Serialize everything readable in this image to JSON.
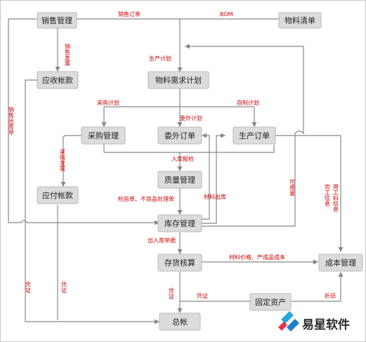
{
  "nodes": {
    "sales": "销售管理",
    "bom_list": "物料清单",
    "receivable": "应收帐款",
    "mrp": "物料需求计划",
    "purchase": "采购管理",
    "outsource": "委外订单",
    "production": "生产订单",
    "quality": "质量管理",
    "payable": "应付帐款",
    "inventory": "库存管理",
    "costing": "存货核算",
    "cost": "成本管理",
    "fixed_assets": "固定资产",
    "ledger": "总帐"
  },
  "edge_labels": {
    "sales_order": "销售订单",
    "bom": "BOM",
    "production_plan": "生产计划",
    "sales_invoice": "销售发票",
    "sales_outbound": "销售出库单",
    "purchase_plan": "采购计划",
    "outsource_plan": "委外计划",
    "self_made_plan": "自制计划",
    "purchase_invoice": "采购发票",
    "inbound_inspection": "入库报检",
    "material_outbound": "材料出库",
    "available": "可用量",
    "labor_material": "用工料信息",
    "completion_info": "完工信息",
    "inspection_reject": "检验单、不良品处理单",
    "inbound_doc": "出入库单据",
    "material_price": "材料价格、产成品成本",
    "voucher_left": "凭证",
    "voucher_mid": "凭证",
    "voucher_costing": "凭证",
    "voucher_fixed": "凭证",
    "depreciation": "折旧"
  },
  "logo": {
    "text": "易星软件"
  }
}
